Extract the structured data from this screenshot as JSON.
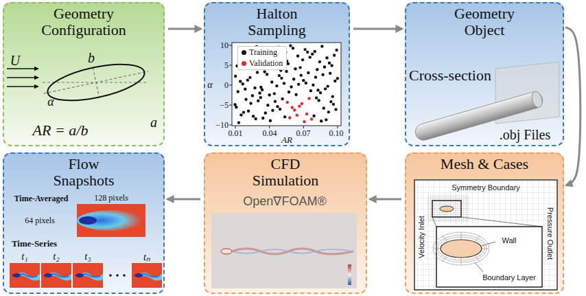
{
  "diagram": {
    "nodes": [
      {
        "text": [
          "Geometry Configuration"
        ]
      },
      {
        "text": [
          "Halton Sampling"
        ]
      },
      {
        "text": [
          "Geometry Object"
        ]
      },
      {
        "text": [
          "Flow Snapshots"
        ]
      },
      {
        "text": [
          "CFD Simulation"
        ]
      },
      {
        "text": [
          "Mesh & Cases"
        ]
      }
    ],
    "edges": [
      {
        "from": 0,
        "to": 1,
        "arrow": "to"
      },
      {
        "from": 1,
        "to": 2,
        "arrow": "to"
      },
      {
        "from": 2,
        "to": 5,
        "arrow": "to"
      },
      {
        "from": 5,
        "to": 4,
        "arrow": "to"
      },
      {
        "from": 4,
        "to": 3,
        "arrow": "to"
      }
    ],
    "labels": [
      "U",
      "b",
      "α",
      "a",
      "AR = a/b",
      "10",
      "5",
      "0",
      "−5",
      "−10",
      "0.01",
      "0.04",
      "0.07",
      "0.10",
      "AR",
      "α",
      "Cross-section",
      ".obj Files",
      "Time-Averaged",
      "128 pixels",
      "64 pixels",
      "Time-Series",
      "t₁",
      "t₂",
      "t₃",
      "tₙ",
      "Open∇FOAM®",
      "Symmetry Boundary",
      "Velocity Inlet",
      "Pressure Outlet",
      "Wall",
      "Boundary Layer"
    ],
    "legend": [
      {
        "text": "Training",
        "color": "#111111"
      },
      {
        "text": "Validation",
        "color": "#e8262b"
      }
    ]
  }
}
